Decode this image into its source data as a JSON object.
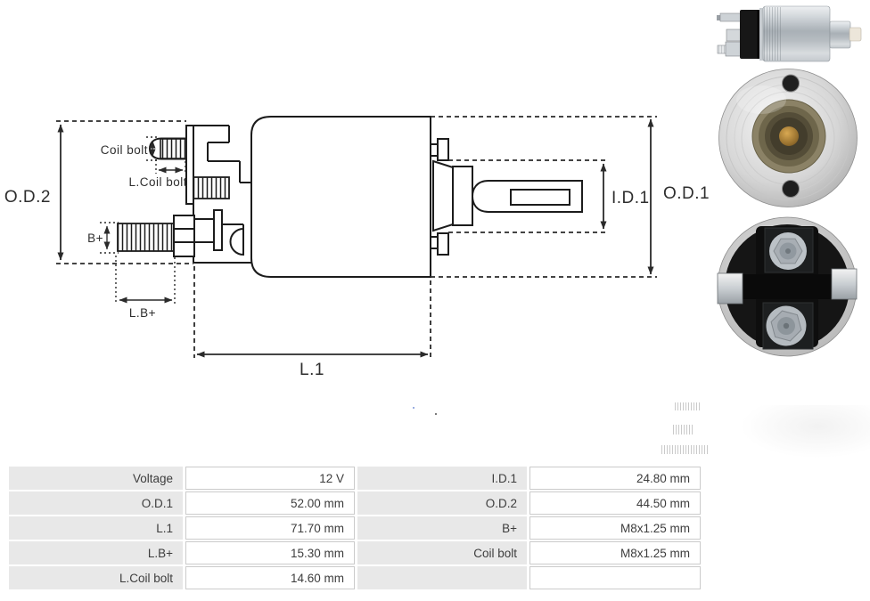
{
  "diagram": {
    "labels": {
      "od2": "O.D.2",
      "coil_bolt": "Coil bolt",
      "l_coil_bolt": "L.Coil bolt",
      "b_plus": "B+",
      "l_b_plus": "L.B+",
      "l1": "L.1",
      "id1": "I.D.1",
      "od1": "O.D.1"
    },
    "colors": {
      "line": "#1c1c1c",
      "dim_line": "#2a2a2a",
      "label_text": "#2e2e2e"
    }
  },
  "spec_table": {
    "colors": {
      "label_bg": "#e8e8e8",
      "value_border": "#cbcbcb",
      "text": "#3d3d3d"
    },
    "left": [
      {
        "label": "Voltage",
        "value": "12 V"
      },
      {
        "label": "O.D.1",
        "value": "52.00 mm"
      },
      {
        "label": "L.1",
        "value": "71.70 mm"
      },
      {
        "label": "L.B+",
        "value": "15.30 mm"
      },
      {
        "label": "L.Coil bolt",
        "value": "14.60 mm"
      }
    ],
    "right": [
      {
        "label": "I.D.1",
        "value": "24.80 mm"
      },
      {
        "label": "O.D.2",
        "value": "44.50 mm"
      },
      {
        "label": "B+",
        "value": "M8x1.25 mm"
      },
      {
        "label": "Coil bolt",
        "value": "M8x1.25 mm"
      },
      {
        "label": "",
        "value": ""
      }
    ]
  }
}
